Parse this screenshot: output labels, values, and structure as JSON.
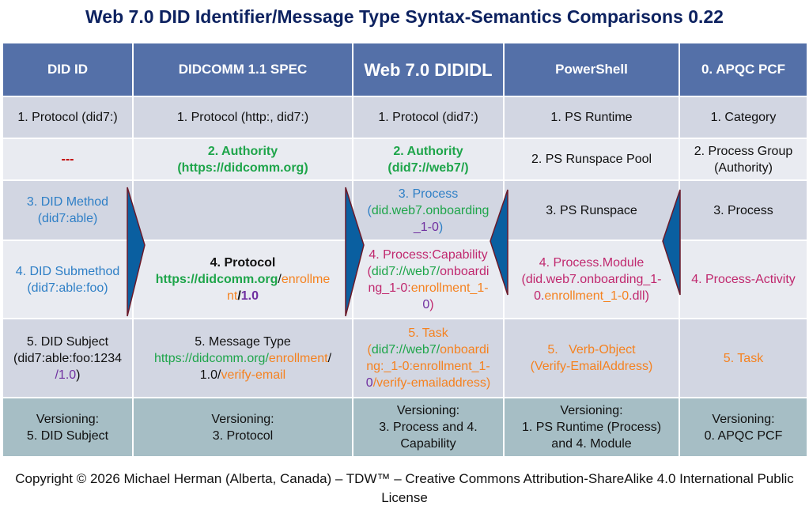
{
  "title": "Web 7.0 DID Identifier/Message Type Syntax-Semantics Comparisons 0.22",
  "colors": {
    "header_bg": "#5470a8",
    "green": "#1ea54a",
    "orange": "#f58220",
    "purple": "#7030a0",
    "magenta": "#c0286e",
    "blue": "#2e7fc6",
    "red": "#c00000",
    "arrow": "#0a5fa0"
  },
  "headers": [
    "DID ID",
    "DIDCOMM 1.1 SPEC",
    "Web 7.0 DIDIDL",
    "PowerShell",
    "0. APQC PCF"
  ],
  "rows": [
    [
      [
        [
          {
            "t": "1. Protocol (did7:)"
          }
        ]
      ],
      [
        [
          {
            "t": "1. Protocol (http:, did7:)"
          }
        ]
      ],
      [
        [
          {
            "t": "1. Protocol (did7:)"
          }
        ]
      ],
      [
        [
          {
            "t": "1. PS Runtime"
          }
        ]
      ],
      [
        [
          {
            "t": "1. Category"
          }
        ]
      ]
    ],
    [
      [
        [
          {
            "t": "---",
            "c": "red",
            "b": true
          }
        ]
      ],
      [
        [
          {
            "t": "2. Authority",
            "c": "green",
            "b": true
          }
        ],
        [
          {
            "t": "(https://didcomm.org)",
            "c": "green",
            "b": true
          }
        ]
      ],
      [
        [
          {
            "t": "2. Authority",
            "c": "green",
            "b": true
          }
        ],
        [
          {
            "t": "(did7://web7/)",
            "c": "green",
            "b": true
          }
        ]
      ],
      [
        [
          {
            "t": "2. PS Runspace Pool"
          }
        ]
      ],
      [
        [
          {
            "t": "2. Process Group"
          }
        ],
        [
          {
            "t": "(Authority)"
          }
        ]
      ]
    ],
    [
      [
        [
          {
            "t": "3. DID Method",
            "c": "blue"
          }
        ],
        [
          {
            "t": "(did7:able)",
            "c": "blue"
          }
        ]
      ],
      [],
      [
        [
          {
            "t": "3. Process",
            "c": "blue"
          }
        ],
        [
          {
            "t": "(",
            "c": "blue"
          },
          {
            "t": "did.web7.onboarding",
            "c": "green"
          }
        ],
        [
          {
            "t": "_1-0",
            "c": "purple"
          },
          {
            "t": ")",
            "c": "blue"
          }
        ]
      ],
      [
        [
          {
            "t": "3. PS Runspace"
          }
        ]
      ],
      [
        [
          {
            "t": "3. Process"
          }
        ]
      ]
    ],
    [
      [
        [
          {
            "t": "4. DID Submethod",
            "c": "blue"
          }
        ],
        [
          {
            "t": "(did7:able:foo)",
            "c": "blue"
          }
        ]
      ],
      [
        [
          {
            "t": "4. Protocol",
            "b": true
          }
        ],
        [
          {
            "t": "https://didcomm.org",
            "c": "green",
            "b": true
          },
          {
            "t": "/"
          },
          {
            "t": "enrollme",
            "c": "orange"
          }
        ],
        [
          {
            "t": "nt",
            "c": "orange"
          },
          {
            "t": "/",
            "b": true
          },
          {
            "t": "1.0",
            "c": "purple",
            "b": true
          }
        ]
      ],
      [
        [
          {
            "t": "4. Process:Capability",
            "c": "magenta"
          }
        ],
        [
          {
            "t": "(",
            "c": "magenta"
          },
          {
            "t": "did7://web7/",
            "c": "green"
          },
          {
            "t": "onboardi",
            "c": "magenta"
          }
        ],
        [
          {
            "t": "ng_1-0:",
            "c": "magenta"
          },
          {
            "t": "enrollment_1-",
            "c": "orange"
          }
        ],
        [
          {
            "t": "0",
            "c": "purple"
          },
          {
            "t": ")",
            "c": "magenta"
          }
        ]
      ],
      [
        [
          {
            "t": "4. Process.Module",
            "c": "magenta"
          }
        ],
        [
          {
            "t": "(did.web7.onboarding_1-",
            "c": "magenta"
          }
        ],
        [
          {
            "t": "0.",
            "c": "magenta"
          },
          {
            "t": "enrollment_1-0",
            "c": "orange"
          },
          {
            "t": ".dll)",
            "c": "magenta"
          }
        ]
      ],
      [
        [
          {
            "t": "4. Process-Activity",
            "c": "magenta"
          }
        ]
      ]
    ],
    [
      [
        [
          {
            "t": "5. DID Subject"
          }
        ],
        [
          {
            "t": "(did7:able:foo:1234"
          }
        ],
        [
          {
            "t": "/1.0",
            "c": "purple"
          },
          {
            "t": ")"
          }
        ]
      ],
      [
        [
          {
            "t": "5. Message Type"
          }
        ],
        [
          {
            "t": "https://didcomm.org/",
            "c": "green"
          },
          {
            "t": "enrollment",
            "c": "orange"
          },
          {
            "t": "/"
          }
        ],
        [
          {
            "t": "1.0/"
          },
          {
            "t": "verify-email",
            "c": "orange"
          }
        ]
      ],
      [
        [
          {
            "t": "5. Task",
            "c": "orange"
          }
        ],
        [
          {
            "t": "(",
            "c": "orange"
          },
          {
            "t": "did7://web7/",
            "c": "green"
          },
          {
            "t": "onboardi",
            "c": "orange"
          }
        ],
        [
          {
            "t": "ng:_1-0:enrollment_1-",
            "c": "orange"
          }
        ],
        [
          {
            "t": "0",
            "c": "purple"
          },
          {
            "t": "/verify-emailaddress)",
            "c": "orange"
          }
        ]
      ],
      [
        [
          {
            "t": "5.   Verb-Object",
            "c": "orange"
          }
        ],
        [
          {
            "t": "(Verify-EmailAddress)",
            "c": "orange"
          }
        ]
      ],
      [
        [
          {
            "t": "5. Task",
            "c": "orange"
          }
        ]
      ]
    ],
    [
      [
        [
          {
            "t": "Versioning:"
          }
        ],
        [
          {
            "t": "5. DID Subject"
          }
        ]
      ],
      [
        [
          {
            "t": "Versioning:"
          }
        ],
        [
          {
            "t": "3. Protocol"
          }
        ]
      ],
      [
        [
          {
            "t": "Versioning:"
          }
        ],
        [
          {
            "t": "3. Process and 4."
          }
        ],
        [
          {
            "t": "Capability"
          }
        ]
      ],
      [
        [
          {
            "t": "Versioning:"
          }
        ],
        [
          {
            "t": "1. PS Runtime (Process)"
          }
        ],
        [
          {
            "t": "and 4. Module"
          }
        ]
      ],
      [
        [
          {
            "t": "Versioning:"
          }
        ],
        [
          {
            "t": "0. APQC PCF"
          }
        ]
      ]
    ]
  ],
  "footer": "Copyright © 2026 Michael Herman (Alberta, Canada) – TDW™ – Creative Commons Attribution-ShareAlike 4.0 International Public License"
}
